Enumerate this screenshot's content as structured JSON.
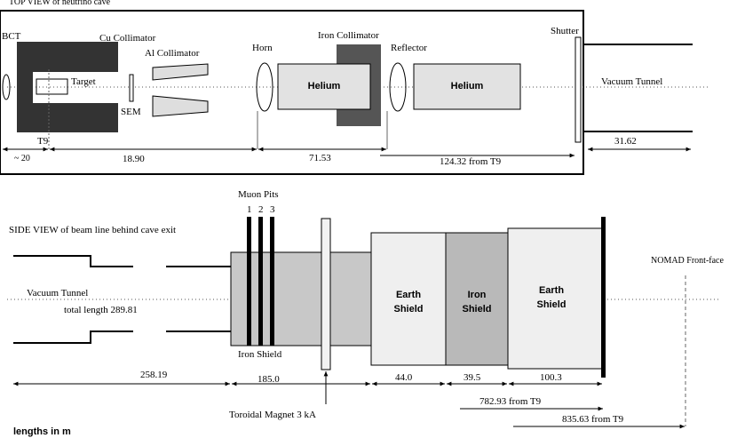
{
  "top": {
    "title": "TOP VIEW of neutrino cave",
    "labels": {
      "bct": "BCT",
      "cu_collimator": "Cu Collimator",
      "al_collimator": "Al Collimator",
      "target": "Target",
      "sem": "SEM",
      "horn": "Horn",
      "iron_collimator": "Iron Collimator",
      "reflector": "Reflector",
      "helium1": "Helium",
      "helium2": "Helium",
      "shutter": "Shutter",
      "vacuum_tunnel": "Vacuum Tunnel",
      "t9": "T9"
    },
    "dims": {
      "d20": "~ 20",
      "d1890": "18.90",
      "d7153": "71.53",
      "d12432": "124.32 from T9",
      "d3162": "31.62"
    }
  },
  "side": {
    "title": "SIDE VIEW of beam line behind cave exit",
    "labels": {
      "muon_pits": "Muon Pits",
      "pit1": "1",
      "pit2": "2",
      "pit3": "3",
      "vacuum_tunnel": "Vacuum Tunnel",
      "total_length": "total length 289.81",
      "iron_shield": "Iron Shield",
      "earth_shield1_l1": "Earth",
      "earth_shield1_l2": "Shield",
      "iron_shield2_l1": "Iron",
      "iron_shield2_l2": "Shield",
      "earth_shield2_l1": "Earth",
      "earth_shield2_l2": "Shield",
      "nomad": "NOMAD Front-face",
      "toroidal": "Toroidal Magnet 3 kA",
      "lengths": "lengths in m"
    },
    "dims": {
      "d25819": "258.19",
      "d1850": "185.0",
      "d440": "44.0",
      "d395": "39.5",
      "d1003": "100.3",
      "d78293": "782.93 from T9",
      "d83563": "835.63 from T9"
    }
  },
  "colors": {
    "cu": "#333333",
    "iron_dark": "#555555",
    "helium": "#e2e2e2",
    "iron_shield": "#c8c8c8",
    "earth": "#efefef",
    "iron_shield2": "#b9b9b9"
  }
}
